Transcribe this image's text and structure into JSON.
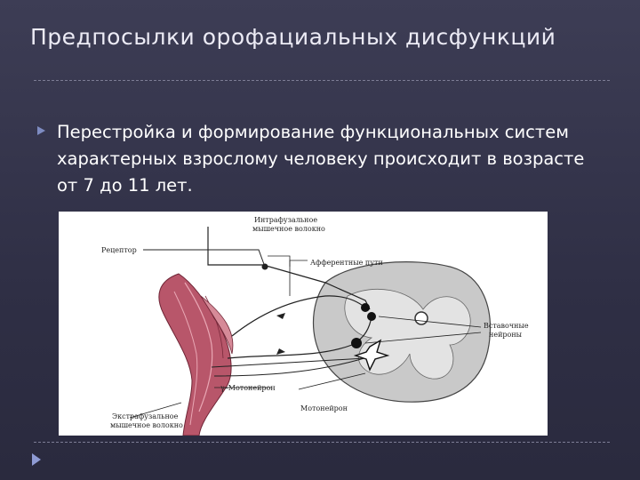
{
  "slide": {
    "title": "Предпосылки орофациальных дисфункций",
    "bullet": "Перестройка и формирование функциональных систем характерных взрослому человеку происходит в возрасте от 7 до 11 лет."
  },
  "figure": {
    "labels": {
      "intrafusal_line1": "Интрафузальное",
      "intrafusal_line2": "мышечное волокно",
      "receptor": "Рецептор",
      "afferent": "Афферентные пути",
      "interneurons_line1": "Вставочные",
      "interneurons_line2": "нейроны",
      "gamma_motoneuron": "γ–Мотонейрон",
      "motoneuron": "Мотонейрон",
      "extrafusal_line1": "Экстрафузальное",
      "extrafusal_line2": "мышечное волокно"
    }
  },
  "colors": {
    "background": "#33334a",
    "title_text": "#ecebf5",
    "bullet_marker": "#7e8cc2",
    "muscle": "#b8566a"
  },
  "icons": {
    "bullet": "triangle-right-icon",
    "nav": "triangle-right-icon"
  }
}
